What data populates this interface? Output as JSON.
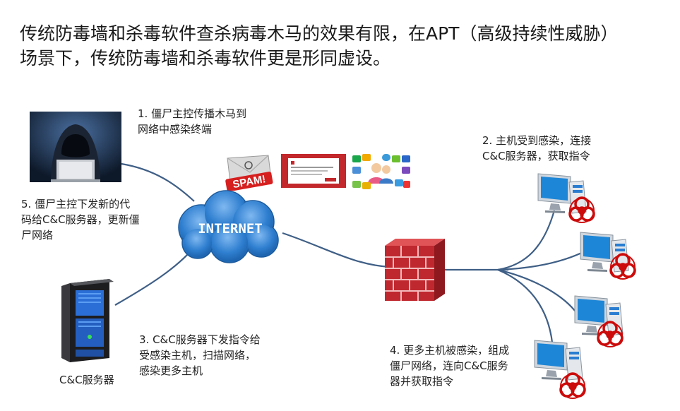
{
  "title": {
    "line1": "传统防毒墙和杀毒软件查杀病毒木马的效果有限，在APT（高级持续性威胁）",
    "line2": "场景下，传统防毒墙和杀毒软件更是形同虚设。"
  },
  "internet_label": "INTERNET",
  "spam_label": "SPAM!",
  "steps": {
    "step1": {
      "line1": "1. 僵尸主控传播木马到",
      "line2": "网络中感染终端"
    },
    "step2": {
      "line1": "2. 主机受到感染，连接",
      "line2": "C&C服务器，获取指令"
    },
    "step3": {
      "line1": "3. C&C服务器下发指令给",
      "line2": "受感染主机，扫描网络，",
      "line3": "感染更多主机"
    },
    "step4": {
      "line1": "4. 更多主机被感染，组成",
      "line2": "僵尸网络，连向C&C服务",
      "line3": "器并获取指令"
    },
    "step5": {
      "line1": "5. 僵尸主控下发新的代",
      "line2": "码给C&C服务器，更新僵",
      "line3": "尸网络"
    }
  },
  "server_caption": "C&C服务器",
  "colors": {
    "line": "#3f5f86",
    "cloud": "#2f7fd0",
    "wall": "#c0282f",
    "biohazard": "#cc0b0b",
    "screen": "#1e86d6"
  },
  "icons": [
    "hacker-image",
    "cc-server-icon",
    "internet-cloud-icon",
    "firewall-icon",
    "spam-email-icon",
    "malware-alert-icon",
    "social-apps-icon",
    "infected-pc-icon",
    "biohazard-icon"
  ]
}
